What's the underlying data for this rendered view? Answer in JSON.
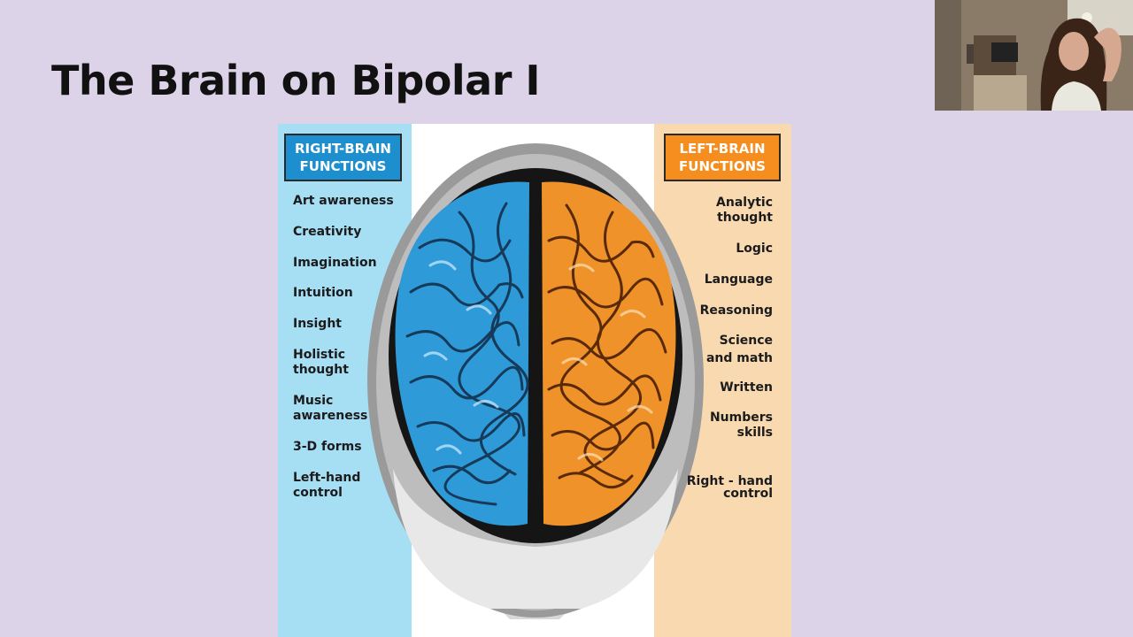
{
  "slide": {
    "title": "The Brain on Bipolar I"
  },
  "figure": {
    "right_brain": {
      "header": [
        "RIGHT-BRAIN",
        "FUNCTIONS"
      ],
      "functions": [
        [
          "Art awareness"
        ],
        [
          "Creativity"
        ],
        [
          "Imagination"
        ],
        [
          "Intuition"
        ],
        [
          "Insight"
        ],
        [
          "Holistic",
          "thought"
        ],
        [
          "Music",
          "awareness"
        ],
        [
          "3-D forms"
        ],
        [
          "Left-hand",
          "control"
        ]
      ]
    },
    "left_brain": {
      "header": [
        "LEFT-BRAIN",
        "FUNCTIONS"
      ],
      "functions": [
        [
          "Analytic",
          "thought"
        ],
        [
          "Logic"
        ],
        [
          "Language"
        ],
        [
          "Reasoning"
        ],
        [
          "Science",
          "and math"
        ],
        [
          "Written"
        ],
        [
          "Numbers",
          "skills"
        ],
        [
          "Right - hand",
          "control"
        ]
      ]
    },
    "colors": {
      "right_hemisphere": "#2f9ad8",
      "left_hemisphere": "#f0922a",
      "right_panel_bg": "#a6def4",
      "left_panel_bg": "#f8d9b0"
    }
  },
  "webcam": {
    "description_icon": "presenter-video-icon"
  }
}
